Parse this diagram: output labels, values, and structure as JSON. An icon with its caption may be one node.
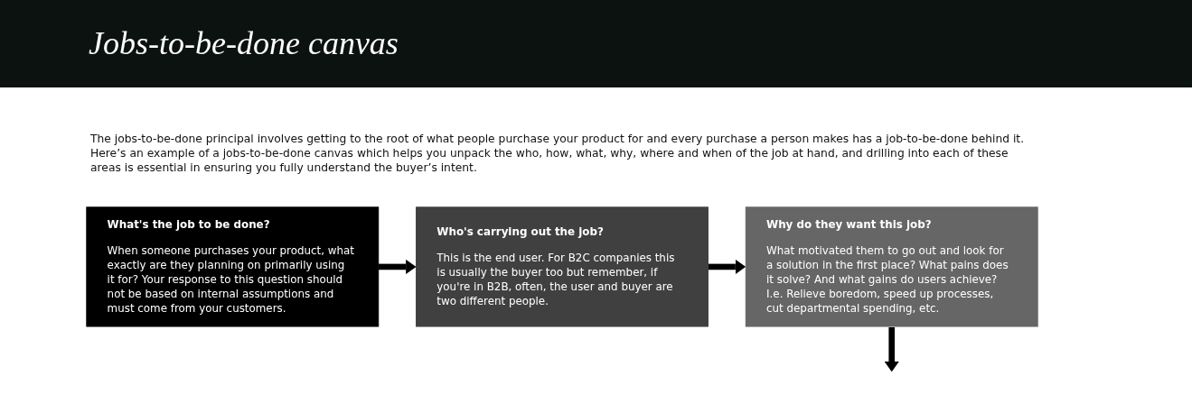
{
  "diagram": {
    "title": "Jobs-to-be-done canvas",
    "nodes": [
      {
        "text": [
          "What's the job to be done?",
          "When someone purchases your product, what exactly are they planning on primarily using it for? Your response to this question should not be based on internal assumptions and must come from your customers."
        ]
      },
      {
        "text": [
          "Who's carrying out the job?",
          "This is the end user. For B2C companies this is usually the buyer too but remember, if you're in B2B, often, the user and buyer are two different people."
        ]
      },
      {
        "text": [
          "Why do they want this job?",
          "What motivated them to go out and look for a solution in the first place? What pains does it solve? And what gains do users achieve? I.e. Relieve boredom, speed up processes, cut departmental spending, etc."
        ]
      }
    ],
    "edges": [
      {
        "from": 0,
        "to": 1,
        "arrow": "to"
      },
      {
        "from": 1,
        "to": 2,
        "arrow": "to"
      },
      {
        "from": 2,
        "to": null,
        "arrow": "to"
      }
    ],
    "labels": [
      "The jobs-to-be-done principal involves getting to the root of what people purchase your product for and every purchase a person makes has a job-to-be-done behind it. Here’s an example of a jobs-to-be-done canvas which helps you unpack the who, how, what, why, where and when of the job at hand, and drilling into each of these areas is essential in ensuring you fully understand the buyer’s intent."
    ]
  }
}
